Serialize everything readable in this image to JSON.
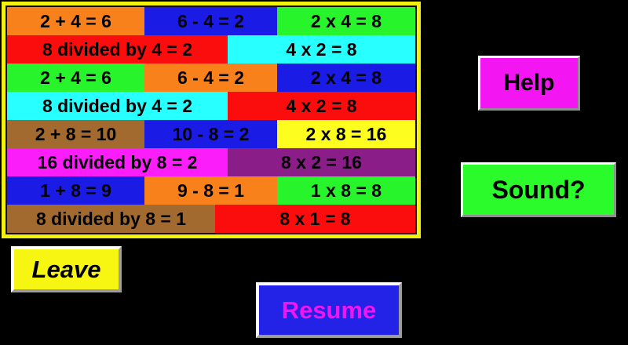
{
  "board": {
    "frame_color": "#f2f20c",
    "rows": [
      {
        "cells": [
          {
            "text": "2 + 4 = 6",
            "bg": "#f8811c"
          },
          {
            "text": "6 - 4 = 2",
            "bg": "#1b1be6"
          },
          {
            "text": "2 x 4 = 8",
            "bg": "#28f42c"
          }
        ]
      },
      {
        "cells": [
          {
            "text": "8 divided by 4 = 2",
            "bg": "#fb0d0d"
          },
          {
            "text": "4 x 2 = 8",
            "bg": "#28ffff"
          }
        ]
      },
      {
        "cells": [
          {
            "text": "2 + 4 = 6",
            "bg": "#28f42c"
          },
          {
            "text": "6 - 4 = 2",
            "bg": "#f8811c"
          },
          {
            "text": "2 x 4 = 8",
            "bg": "#1b1be6"
          }
        ]
      },
      {
        "cells": [
          {
            "text": "8 divided by 4 = 2",
            "bg": "#28ffff"
          },
          {
            "text": "4 x 2 = 8",
            "bg": "#fb0d0d"
          }
        ]
      },
      {
        "cells": [
          {
            "text": "2 + 8 = 10",
            "bg": "#a26a2e"
          },
          {
            "text": "10 - 8 = 2",
            "bg": "#1b1be6"
          },
          {
            "text": "2 x 8 = 16",
            "bg": "#fdfd20"
          }
        ]
      },
      {
        "cells": [
          {
            "text": "16 divided by 8 = 2",
            "bg": "#fb1efb"
          },
          {
            "text": "8 x 2 = 16",
            "bg": "#8a1d87"
          }
        ]
      },
      {
        "cells": [
          {
            "text": "1 + 8 = 9",
            "bg": "#1b1be6"
          },
          {
            "text": "9 - 8 = 1",
            "bg": "#f8811c"
          },
          {
            "text": "1 x 8 = 8",
            "bg": "#28f42c"
          }
        ]
      },
      {
        "cells": [
          {
            "text": "8 divided by 8 = 1",
            "bg": "#a26a2e"
          },
          {
            "text": "8 x 1 = 8",
            "bg": "#fb0d0d"
          }
        ]
      }
    ]
  },
  "buttons": {
    "help": {
      "label": "Help",
      "bg": "#f316f3",
      "fg": "#000000"
    },
    "sound": {
      "label": "Sound?",
      "bg": "#2bfb2b",
      "fg": "#000000"
    },
    "leave": {
      "label": "Leave",
      "bg": "#f6f612",
      "fg": "#000000"
    },
    "resume": {
      "label": "Resume",
      "bg": "#2323e8",
      "fg": "#ef16ef"
    }
  }
}
